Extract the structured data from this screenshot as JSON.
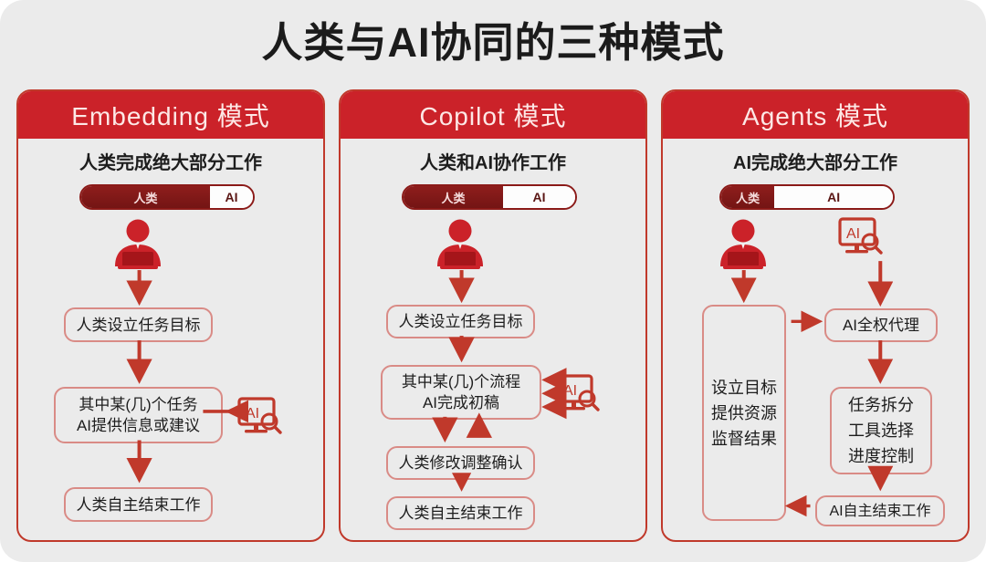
{
  "page": {
    "title": "人类与AI协同的三种模式",
    "background_color": "#ebebeb",
    "accent_color": "#cb2229",
    "node_border_color": "#d98b86",
    "arrow_color": "#c0392b",
    "bar_human_color": "#8e1d1c",
    "bar_ai_color": "#fdfdfd"
  },
  "columns": [
    {
      "id": "embedding",
      "header": "Embedding 模式",
      "subtitle": "人类完成绝大部分工作",
      "ratio": {
        "human_label": "人类",
        "ai_label": "AI",
        "human_percent": 75,
        "ai_percent": 25
      },
      "icons": [
        "person-at-desk-icon"
      ],
      "nodes": [
        {
          "id": "n1",
          "text": "人类设立任务目标"
        },
        {
          "id": "n2",
          "line1": "其中某(几)个任务",
          "line2": "AI提供信息或建议"
        },
        {
          "id": "n3",
          "text": "人类自主结束工作"
        }
      ],
      "side_icon": "ai-monitor-icon",
      "side_arrow_count": 1
    },
    {
      "id": "copilot",
      "header": "Copilot 模式",
      "subtitle": "人类和AI协作工作",
      "ratio": {
        "human_label": "人类",
        "ai_label": "AI",
        "human_percent": 58,
        "ai_percent": 42
      },
      "icons": [
        "person-at-desk-icon"
      ],
      "nodes": [
        {
          "id": "n1",
          "text": "人类设立任务目标"
        },
        {
          "id": "n2",
          "line1": "其中某(几)个流程",
          "line2": "AI完成初稿"
        },
        {
          "id": "n3",
          "text": "人类修改调整确认"
        },
        {
          "id": "n4",
          "text": "人类自主结束工作"
        }
      ],
      "side_icon": "ai-monitor-icon",
      "side_arrow_count": 3
    },
    {
      "id": "agents",
      "header": "Agents 模式",
      "subtitle": "AI完成绝大部分工作",
      "ratio": {
        "human_label": "人类",
        "ai_label": "AI",
        "human_percent": 31,
        "ai_percent": 69
      },
      "icons": [
        "person-at-desk-icon",
        "ai-monitor-icon"
      ],
      "nodes": [
        {
          "id": "n1",
          "line1": "设立目标",
          "line2": "提供资源",
          "line3": "监督结果"
        },
        {
          "id": "n2",
          "text": "AI全权代理"
        },
        {
          "id": "n3",
          "line1": "任务拆分",
          "line2": "工具选择",
          "line3": "进度控制"
        },
        {
          "id": "n4",
          "text": "AI自主结束工作"
        }
      ]
    }
  ]
}
